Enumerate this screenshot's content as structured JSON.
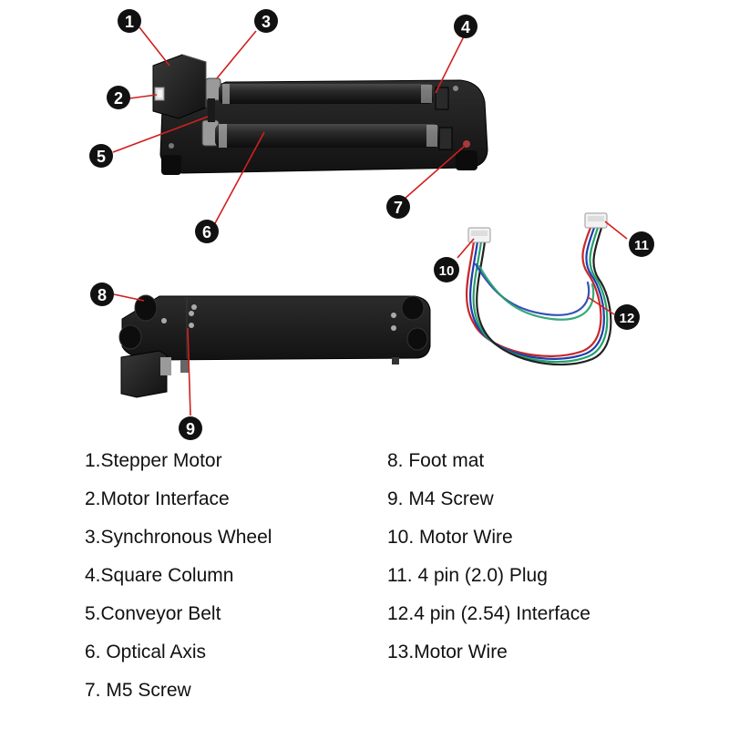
{
  "callouts": [
    "1",
    "2",
    "3",
    "4",
    "5",
    "6",
    "7",
    "8",
    "9",
    "10",
    "11",
    "12"
  ],
  "legend": {
    "left": [
      "1.Stepper Motor",
      "2.Motor Interface",
      "3.Synchronous Wheel",
      "4.Square Column",
      "5.Conveyor Belt",
      "6. Optical Axis",
      "7. M5 Screw"
    ],
    "right": [
      "8. Foot mat",
      "9. M4 Screw",
      "10. Motor Wire",
      "11. 4 pin (2.0) Plug",
      "12.4 pin (2.54) Interface",
      "13.Motor Wire"
    ]
  },
  "colors": {
    "callout_fill": "#111111",
    "leader_line": "#d21f1f",
    "plate": "#1e1e1e",
    "wire_red": "#c62828",
    "wire_blue": "#1e3fae",
    "wire_green": "#23a06a",
    "wire_black": "#222222"
  }
}
